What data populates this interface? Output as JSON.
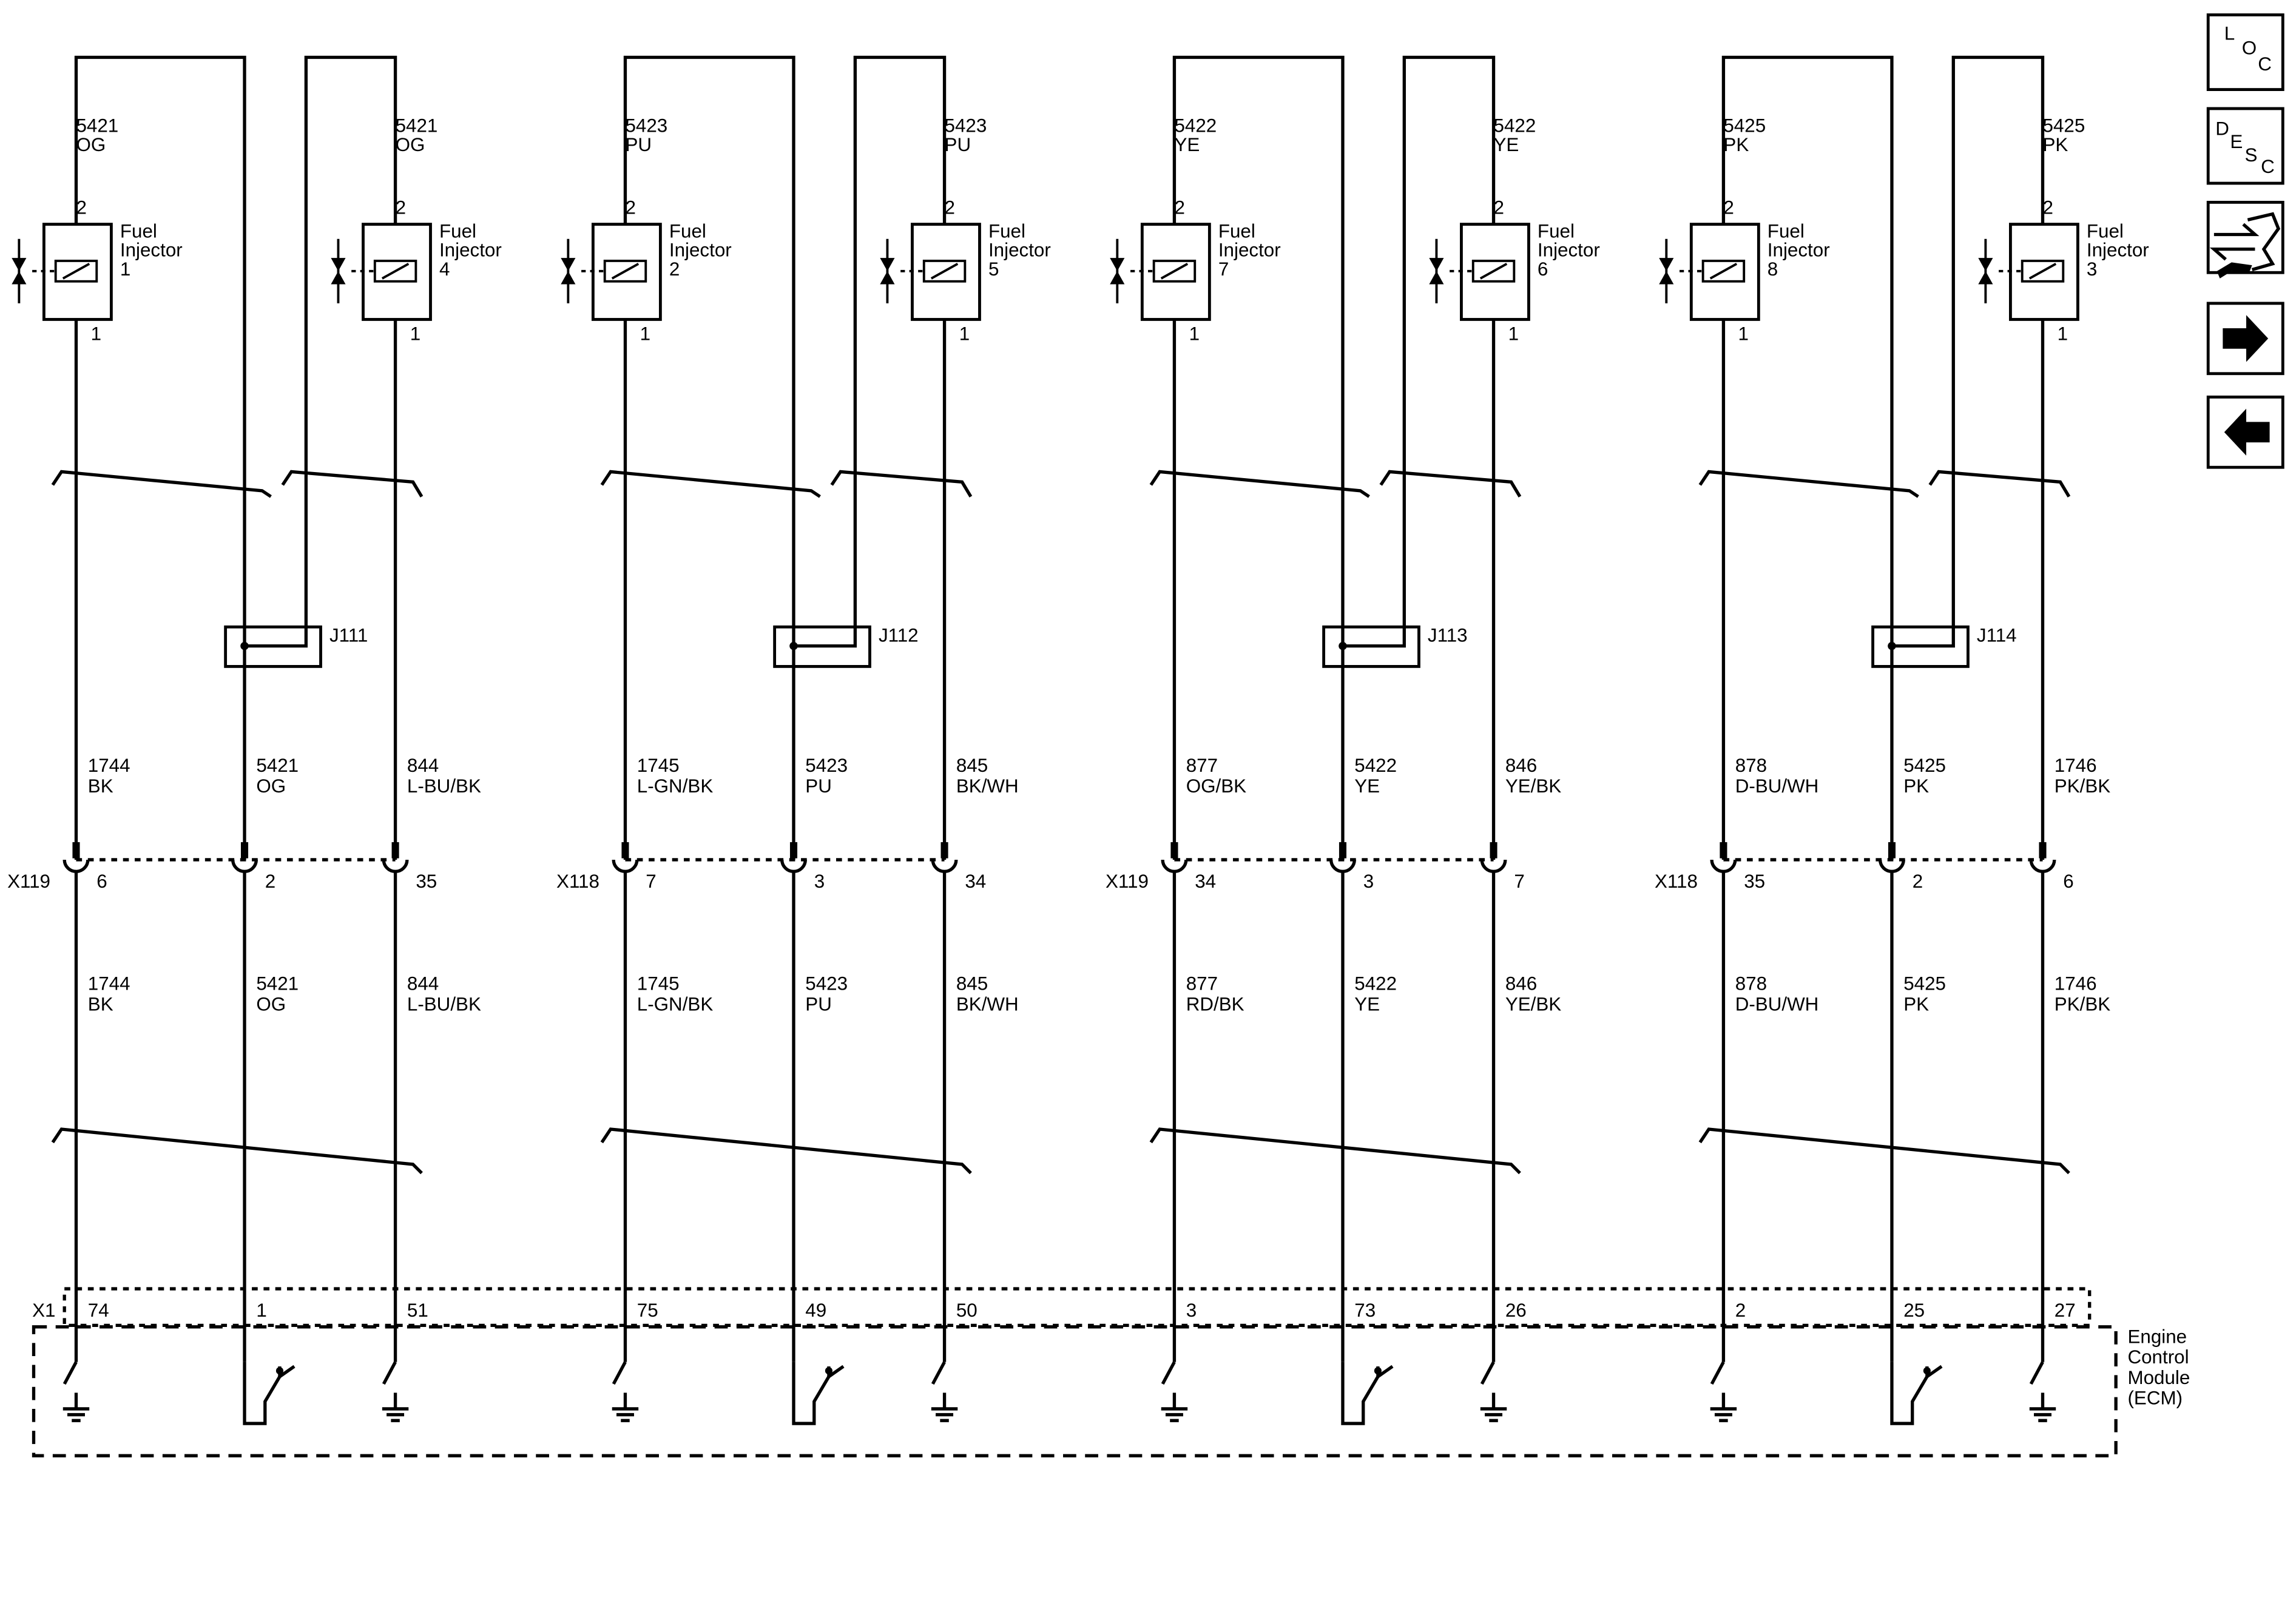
{
  "modules": [
    {
      "name": "Engine Control Module (ECM)",
      "label_lines": [
        "Engine",
        "Control",
        "Module",
        "(ECM)"
      ],
      "connector": "X1"
    }
  ],
  "groups": [
    {
      "injectors": [
        {
          "label": [
            "Fuel",
            "Injector",
            "1"
          ],
          "pin_top": "2",
          "pin_bottom": "1",
          "wire_top": [
            "5421",
            "OG"
          ]
        },
        {
          "label": [
            "Fuel",
            "Injector",
            "4"
          ],
          "pin_top": "2",
          "pin_bottom": "1",
          "wire_top": [
            "5421",
            "OG"
          ]
        }
      ],
      "splice": "J111",
      "upper_wires": [
        [
          "1744",
          "BK"
        ],
        [
          "5421",
          "OG"
        ],
        [
          "844",
          "L-BU/BK"
        ]
      ],
      "inline_connector": "X119",
      "inline_pins": [
        "6",
        "2",
        "35"
      ],
      "lower_wires": [
        [
          "1744",
          "BK"
        ],
        [
          "5421",
          "OG"
        ],
        [
          "844",
          "L-BU/BK"
        ]
      ],
      "ecm_pins": [
        "74",
        "1",
        "51"
      ]
    },
    {
      "injectors": [
        {
          "label": [
            "Fuel",
            "Injector",
            "2"
          ],
          "pin_top": "2",
          "pin_bottom": "1",
          "wire_top": [
            "5423",
            "PU"
          ]
        },
        {
          "label": [
            "Fuel",
            "Injector",
            "5"
          ],
          "pin_top": "2",
          "pin_bottom": "1",
          "wire_top": [
            "5423",
            "PU"
          ]
        }
      ],
      "splice": "J112",
      "upper_wires": [
        [
          "1745",
          "L-GN/BK"
        ],
        [
          "5423",
          "PU"
        ],
        [
          "845",
          "BK/WH"
        ]
      ],
      "inline_connector": "X118",
      "inline_pins": [
        "7",
        "3",
        "34"
      ],
      "lower_wires": [
        [
          "1745",
          "L-GN/BK"
        ],
        [
          "5423",
          "PU"
        ],
        [
          "845",
          "BK/WH"
        ]
      ],
      "ecm_pins": [
        "75",
        "49",
        "50"
      ]
    },
    {
      "injectors": [
        {
          "label": [
            "Fuel",
            "Injector",
            "7"
          ],
          "pin_top": "2",
          "pin_bottom": "1",
          "wire_top": [
            "5422",
            "YE"
          ]
        },
        {
          "label": [
            "Fuel",
            "Injector",
            "6"
          ],
          "pin_top": "2",
          "pin_bottom": "1",
          "wire_top": [
            "5422",
            "YE"
          ]
        }
      ],
      "splice": "J113",
      "upper_wires": [
        [
          "877",
          "OG/BK"
        ],
        [
          "5422",
          "YE"
        ],
        [
          "846",
          "YE/BK"
        ]
      ],
      "inline_connector": "X119",
      "inline_pins": [
        "34",
        "3",
        "7"
      ],
      "lower_wires": [
        [
          "877",
          "RD/BK"
        ],
        [
          "5422",
          "YE"
        ],
        [
          "846",
          "YE/BK"
        ]
      ],
      "ecm_pins": [
        "3",
        "73",
        "26"
      ]
    },
    {
      "injectors": [
        {
          "label": [
            "Fuel",
            "Injector",
            "8"
          ],
          "pin_top": "2",
          "pin_bottom": "1",
          "wire_top": [
            "5425",
            "PK"
          ]
        },
        {
          "label": [
            "Fuel",
            "Injector",
            "3"
          ],
          "pin_top": "2",
          "pin_bottom": "1",
          "wire_top": [
            "5425",
            "PK"
          ]
        }
      ],
      "splice": "J114",
      "upper_wires": [
        [
          "878",
          "D-BU/WH"
        ],
        [
          "5425",
          "PK"
        ],
        [
          "1746",
          "PK/BK"
        ]
      ],
      "inline_connector": "X118",
      "inline_pins": [
        "35",
        "2",
        "6"
      ],
      "lower_wires": [
        [
          "878",
          "D-BU/WH"
        ],
        [
          "5425",
          "PK"
        ],
        [
          "1746",
          "PK/BK"
        ]
      ],
      "ecm_pins": [
        "2",
        "25",
        "27"
      ]
    }
  ],
  "nav_buttons": [
    {
      "name": "loc-button",
      "label": "LOC",
      "glyphs": [
        "L",
        "O",
        "C"
      ]
    },
    {
      "name": "desc-button",
      "label": "DESC",
      "glyphs": [
        "D",
        "E",
        "S",
        "C"
      ]
    },
    {
      "name": "connector-views-button",
      "icon": "connector-wrench-icon"
    },
    {
      "name": "next-page-button",
      "icon": "arrow-right-icon"
    },
    {
      "name": "previous-page-button",
      "icon": "arrow-left-icon"
    }
  ]
}
